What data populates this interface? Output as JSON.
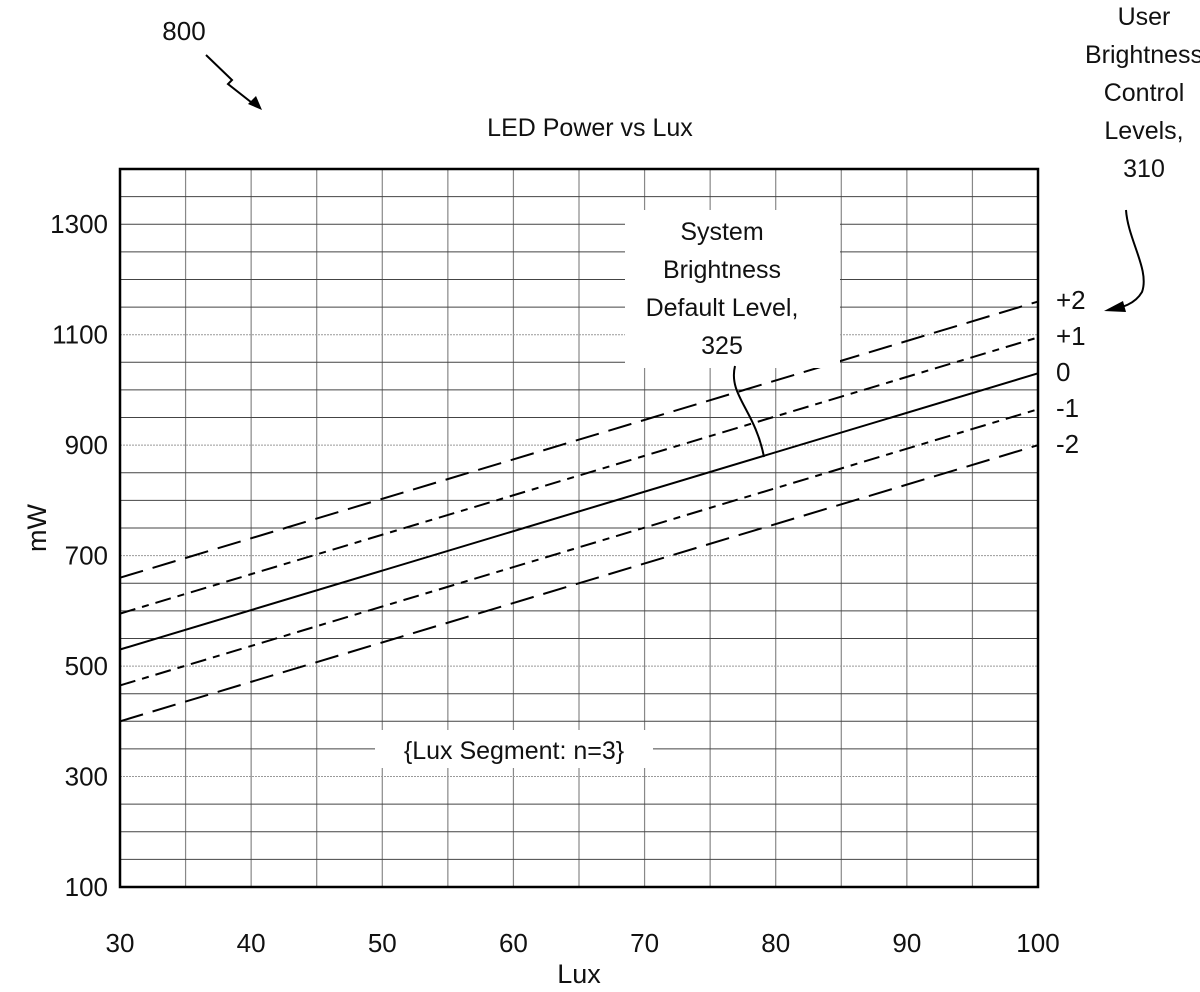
{
  "figure_number": "800",
  "chart_data": {
    "type": "line",
    "title": "LED Power vs Lux",
    "xlabel": "Lux",
    "ylabel": "mW",
    "xlim": [
      30,
      100
    ],
    "ylim": [
      100,
      1400
    ],
    "xticks": [
      30,
      40,
      50,
      60,
      70,
      80,
      90,
      100
    ],
    "yticks": [
      100,
      300,
      500,
      700,
      900,
      1100,
      1300
    ],
    "grid": true,
    "x": [
      30,
      100
    ],
    "series": [
      {
        "name": "+2",
        "style": "long-dash",
        "values": [
          660,
          1160
        ]
      },
      {
        "name": "+1",
        "style": "dash-dot",
        "values": [
          595,
          1095
        ]
      },
      {
        "name": "0",
        "style": "solid",
        "values": [
          530,
          1030
        ]
      },
      {
        "name": "-1",
        "style": "dash-dot",
        "values": [
          465,
          965
        ]
      },
      {
        "name": "-2",
        "style": "long-dash",
        "values": [
          400,
          900
        ]
      }
    ],
    "annotations": {
      "default_level": [
        "System",
        "Brightness",
        "Default Level,",
        "325"
      ],
      "user_levels": [
        "User",
        "Brightness",
        "Control",
        "Levels,",
        "310"
      ],
      "segment": "{Lux Segment: n=3}"
    }
  }
}
